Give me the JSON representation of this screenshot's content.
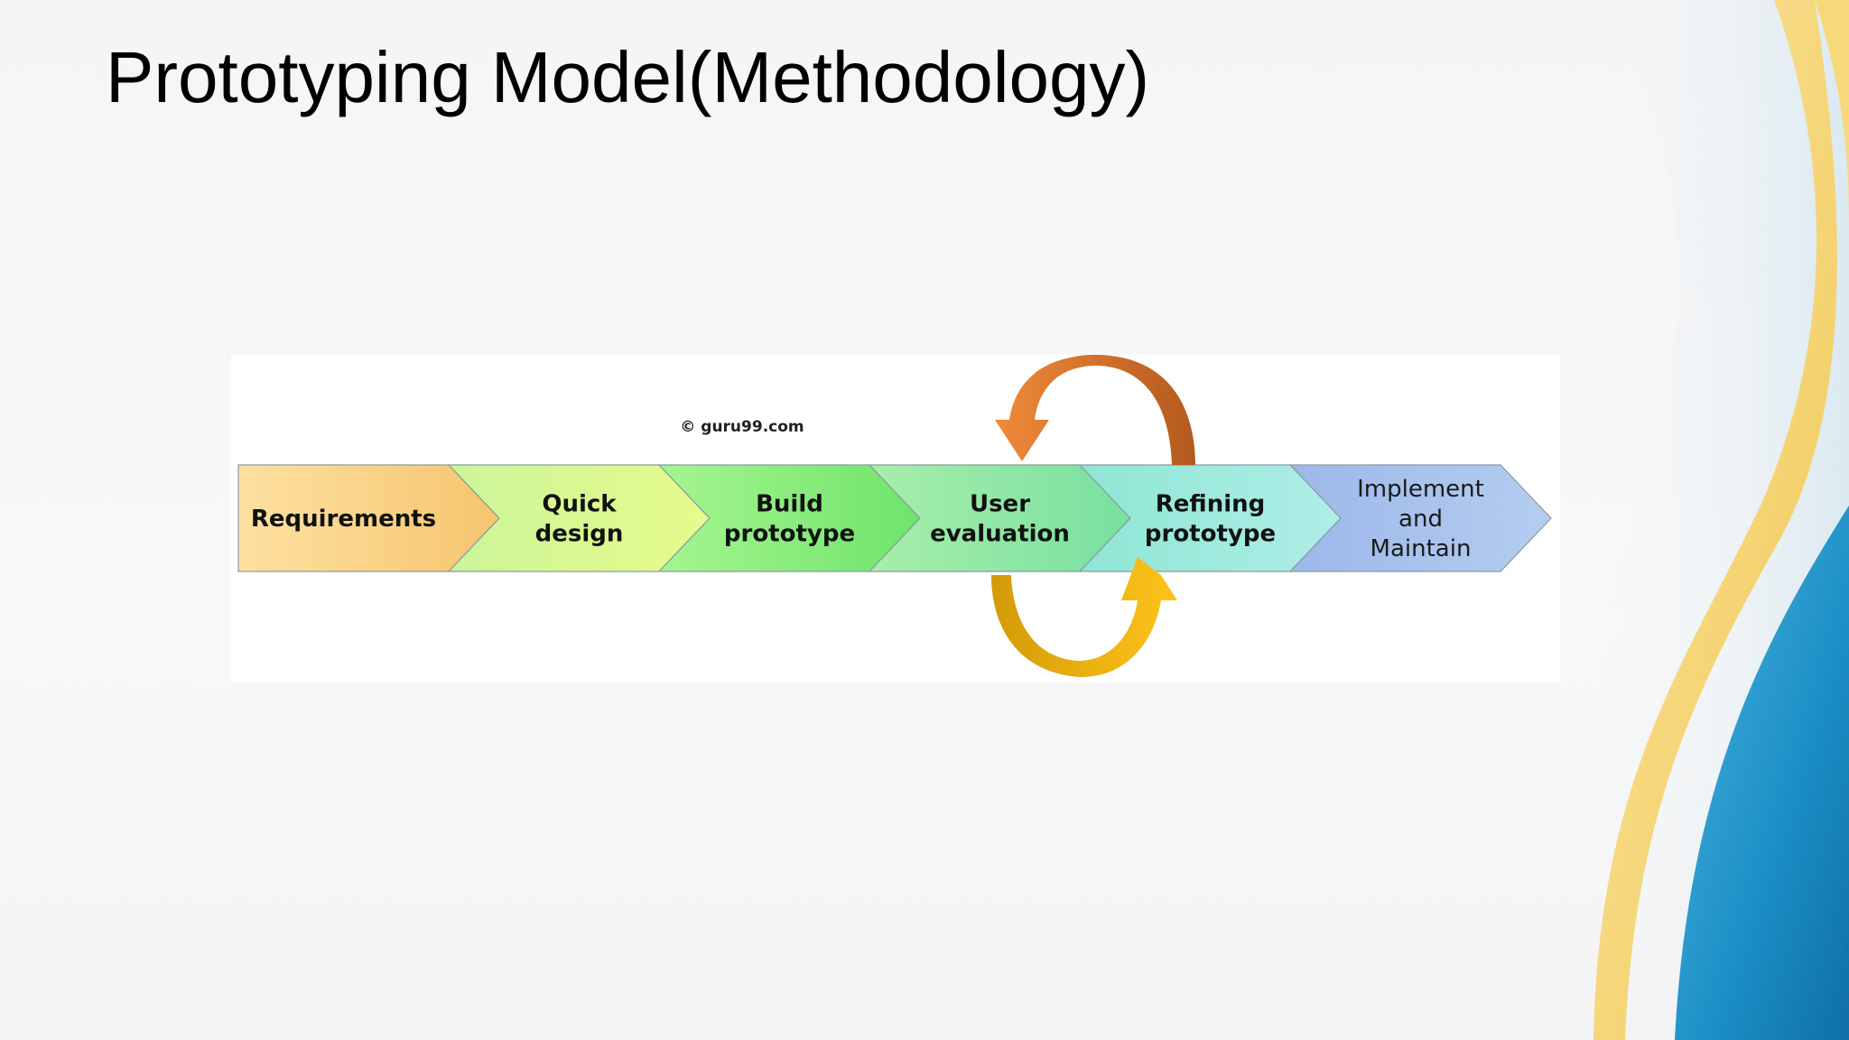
{
  "slide": {
    "title": "Prototyping Model(Methodology)"
  },
  "diagram": {
    "watermark": "© guru99.com",
    "steps": [
      {
        "lines": [
          "Requirements"
        ],
        "color_start": "#fde1a1",
        "color_end": "#f6c56e"
      },
      {
        "lines": [
          "Quick",
          "design"
        ],
        "color_start": "#ccf59a",
        "color_end": "#e6fb8a"
      },
      {
        "lines": [
          "Build",
          "prototype"
        ],
        "color_start": "#a6f590",
        "color_end": "#6fe46a"
      },
      {
        "lines": [
          "User",
          "evaluation"
        ],
        "color_start": "#a8eeaa",
        "color_end": "#78e0a0"
      },
      {
        "lines": [
          "Refining",
          "prototype"
        ],
        "color_start": "#8fe6d5",
        "color_end": "#aeeee6"
      },
      {
        "lines": [
          "Implement",
          "and",
          "Maintain"
        ],
        "color_start": "#9cb8ea",
        "color_end": "#b5cdf0"
      }
    ],
    "loop_arrows": {
      "top_color_dark": "#b45a1e",
      "top_color_light": "#f08a3a",
      "bottom_color_dark": "#d49a06",
      "bottom_color_light": "#ffc41c"
    }
  },
  "theme": {
    "accent_blue": "#1a8cc4",
    "accent_yellow": "#f6d36a"
  }
}
